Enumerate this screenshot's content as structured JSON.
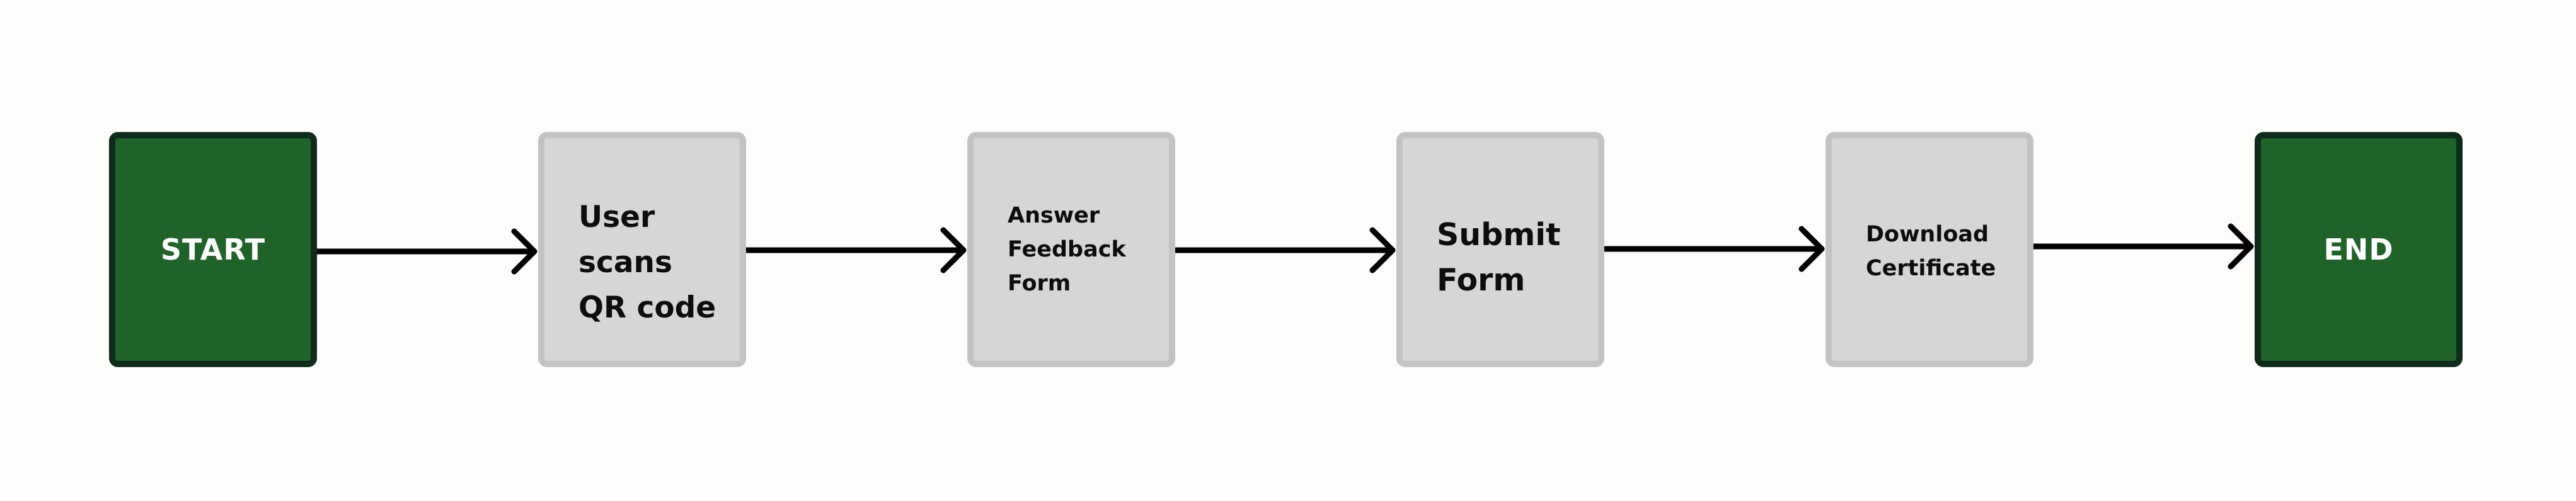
{
  "flow": {
    "start": "START",
    "steps": [
      "User\nscans\nQR code",
      "Answer\nFeedback\nForm",
      "Submit\nForm",
      "Download\nCertificate"
    ],
    "end": "END"
  },
  "colors": {
    "terminal_fill": "#1f6329",
    "terminal_border": "#0e2b1c",
    "step_fill": "#d6d6d6",
    "step_border": "#c3c3c3",
    "arrow": "#000000"
  }
}
